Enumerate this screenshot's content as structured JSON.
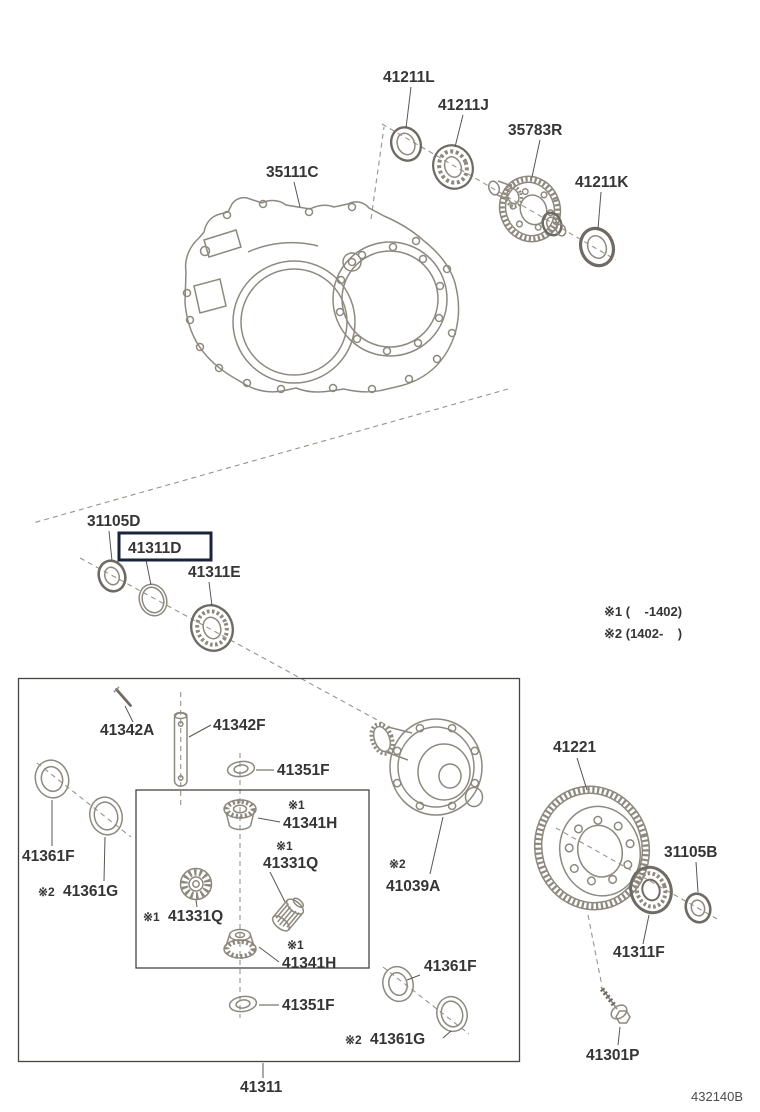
{
  "diagram": {
    "title_code": "432140B",
    "notes": {
      "note1": "※1 (    -1402)",
      "note2": "※2 (1402-    )"
    },
    "markers": {
      "m1": "※1",
      "m2": "※2"
    },
    "highlighted_part": "41311D",
    "labels": {
      "transaxle_case": "35111C",
      "oil_seal_upper": "41211L",
      "bearing_upper": "41211J",
      "drive_pinion_gear": "35783R",
      "oil_seal_right_upper": "41211K",
      "oil_seal_left": "31105D",
      "shim_highlighted": "41311D",
      "bearing_left": "41311E",
      "straight_pin": "41342A",
      "pinion_shaft": "41342F",
      "thrust_washer_upper": "41351F",
      "side_gear_upper": "41341H",
      "pinion_mid": "41331Q",
      "pinion_lower_left": "41331Q",
      "diff_case": "41039A",
      "side_gear_lower": "41341H",
      "thrust_washer_lower": "41351F",
      "washer_f_left": "41361F",
      "washer_g_left": "41361G",
      "washer_f_right": "41361F",
      "washer_g_right": "41361G",
      "diff_assembly": "41311",
      "ring_gear": "41221",
      "oil_seal_right_lower": "31105B",
      "bearing_right": "41311F",
      "bolt": "41301P"
    },
    "colors": {
      "line": "#8e897f",
      "line_dark": "#6f6b64",
      "label_text": "#353535",
      "highlight_box": "#19233e",
      "background": "#ffffff"
    }
  }
}
